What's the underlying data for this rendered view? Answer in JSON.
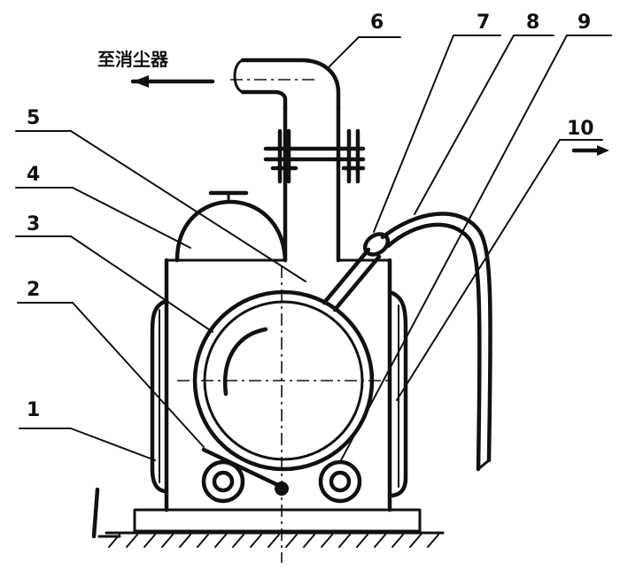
{
  "caption": "至消尘器",
  "labels": {
    "l1": "1",
    "l2": "2",
    "l3": "3",
    "l4": "4",
    "l5": "5",
    "l6": "6",
    "l7": "7",
    "l8": "8",
    "l9": "9",
    "l10": "10"
  },
  "icons": {
    "hatch": "ground-hatch-icon",
    "arrow": "arrow-left-icon"
  }
}
